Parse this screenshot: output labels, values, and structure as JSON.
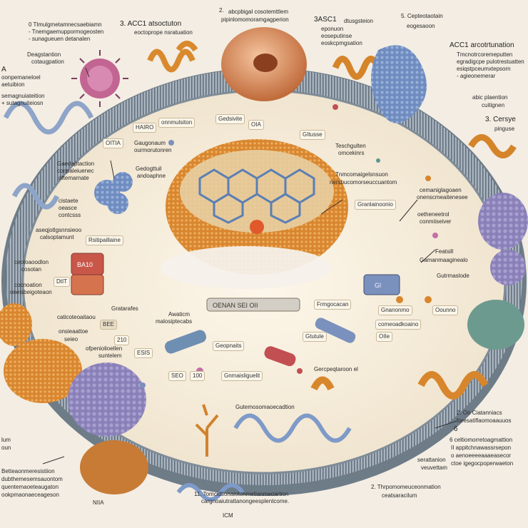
{
  "labels": {
    "tl_head": "0  Tlmulgmetamnecsaebiamn",
    "tl_2": "-  Tnemgaemuppormogeosten",
    "tl_3": "-  sunagueuen detanalen",
    "acc_head": "3. ACC1  atsoctuton",
    "acc_sub": "eoctoprope nsratuation",
    "top_num": "2.",
    "top_1": "abcpbigal cosotemttlem",
    "top_2": "pipinlomomoramgagperion",
    "tr_num": "3ASC1",
    "tr_1": "dtusgsteion",
    "tr_2": "eponuon",
    "tr_3": "eoseputinse",
    "tr_4": "eoskcpmgsation",
    "far_head": "5.  Cepteotaotain",
    "far_sub": "eogesaoon",
    "acc2_head": "ACC1  arcotrtunation",
    "acc2_1": "Tmcnotrcoremeputten",
    "acc2_2": "egradigcpe pulotrestuatten",
    "acc2_3": "esiqstpceumxtepsorn",
    "acc2_4": "-  agieonemerar",
    "left_head": "Deagstantion",
    "left_sub": "cotaugpation",
    "left_a": "A",
    "left_1": "oonpemaneloel",
    "left_2": "aetuibion",
    "left_3": "semagnuiateition",
    "left_4": "+  sutagnuiteiosn",
    "right_1": "abic plaention",
    "right_2": "cuitignen",
    "right_3": "3. Cersye",
    "right_4": "pinguse",
    "center_1": "HAIRO",
    "center_2": "onnmulsiton",
    "center_3": "Gedsivite",
    "center_4": "OIA",
    "center_5": "GItusse",
    "center_6": "Teschgulten",
    "center_7": "omcekinrs",
    "oitia": "OITIA",
    "inner_1": "Gaugonaum",
    "inner_2": "ourmorutonren",
    "inner_3": "Gaedaptaction",
    "inner_4": "conpaleiuenec",
    "inner_5": "oftemarnate",
    "inner_6": "Gedogttuil",
    "inner_7": "andoaphne",
    "right_mid_1": "Tnmcomaigelsnsuon",
    "right_mid_2": "nersbucomorseuccuantom",
    "right_mid_3": "Granlainoonio",
    "right_mid_4": "cemaniglagoaen",
    "right_mid_5": "onenscmeaitenesee",
    "right_mid_6": "oetheneetrol",
    "right_mid_7": "conmiiseiver",
    "left_mid_1": "cistaete",
    "left_mid_2": "oeasce",
    "left_mid_3": "contcsss",
    "left_mid_4": "aseqjotlgsnnsieoo",
    "left_mid_5": "calsoptamunt",
    "left_mid_6": "Rsitipaillaine",
    "left_low_1": "ceotoaoodlon",
    "left_low_2": "cosotan",
    "left_low_3": "cocnoation",
    "left_low_4": "oneisbeigoteaon",
    "dtit": "DtIT",
    "right_low_1": "Featsill",
    "right_low_2": "Gamanmaaginealo",
    "right_low_3": "Gutrmaslode",
    "right_low_4": "Gnanonmo",
    "right_low_5": "Oounno",
    "right_low_6": "comeoadkoaino",
    "right_low_7": "OIIe",
    "center_low_1": "Gratarafes",
    "center_low_2": "Awaticm",
    "center_low_3": "malosiptecabs",
    "center_low_4": "Frmgocacan",
    "center_low_5": "Gtutule",
    "center_low_6": "Geopnaits",
    "center_low_7": "Gnmaisliguelit",
    "center_low_8": "Gercpeqtaroon el",
    "cal_1": "caticoteoaitaou",
    "cal_2": "onsieaattoe",
    "cal_3": "seieo",
    "bottom_1": "ofpeniolioellen",
    "bottom_2": "suntelem",
    "bottom_3": "Gutemosomaoecadtion",
    "bottom_4": "ESIS",
    "bottom_5": "6",
    "bl_1": "lum",
    "bl_2": "oun",
    "bl_3": "Betteaonmeresistiion",
    "bl_4": "dubthemesemsauontom",
    "bl_5": "quentemaoeteaugaton",
    "bl_6": "ookpmaonaeceageson",
    "bl_7": "NIIA",
    "bottom_center_1": "11. Tomcidtionaiotonmetianmeoartion",
    "bottom_center_2": "cargnoaiutrattanongeesplentcome.",
    "bottom_center_3": "ICM",
    "br_1": "2.  Oo  Ciatanniacs",
    "br_2": "foresatiflaomoaauuos",
    "br_3": "6  celtiomorretoagmattion",
    "br_4": "II  appitchnawassrsepon",
    "br_5": "o  aenoeeeeaaaeasecor",
    "br_6": "ctoe igegocpoperwaeton",
    "br_7": "serattanion",
    "br_8": "veuvettam",
    "br_9": "2.  Thrpomomeuceonmation",
    "br_10": "ceatsaracilum",
    "band_text": "OENAN SEI OII",
    "sign_1": "BA10",
    "sign_2": "BEE",
    "sign_3": "Gl",
    "tiny_1": "210",
    "tiny_2": "100",
    "tiny_3": "SEO"
  },
  "colors": {
    "background": "#f3ede3",
    "membrane": "#8c9aa8",
    "membrane_dark": "#5d6b78",
    "orange": "#d9822b",
    "orange_light": "#efaa57",
    "blue": "#7f98c8",
    "purple": "#8d83b8",
    "pink": "#c9628a",
    "brown": "#9a5a2e",
    "teal": "#5a9a8e"
  }
}
